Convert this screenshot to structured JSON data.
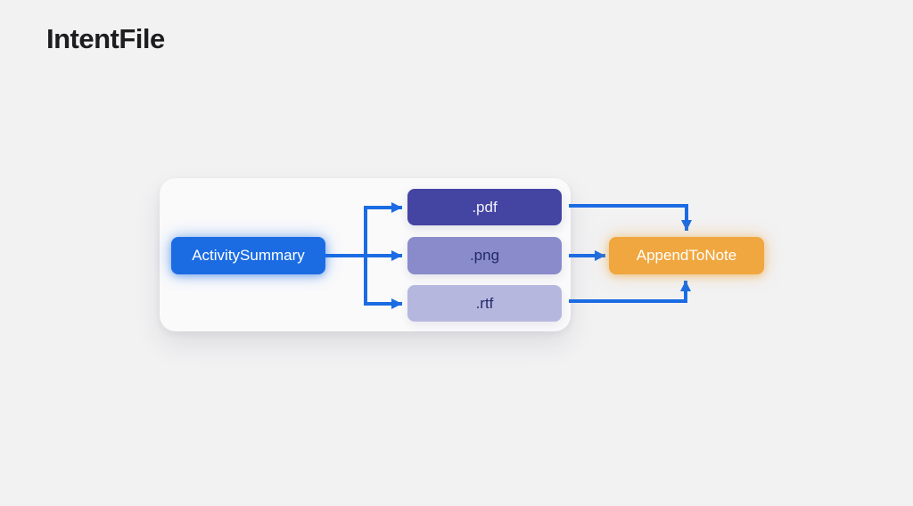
{
  "title": "IntentFile",
  "diagram": {
    "source": {
      "label": "ActivitySummary"
    },
    "formats": [
      {
        "label": ".pdf"
      },
      {
        "label": ".png"
      },
      {
        "label": ".rtf"
      }
    ],
    "target": {
      "label": "AppendToNote"
    },
    "edges": [
      {
        "from": "ActivitySummary",
        "to": ".pdf"
      },
      {
        "from": "ActivitySummary",
        "to": ".png"
      },
      {
        "from": "ActivitySummary",
        "to": ".rtf"
      },
      {
        "from": ".pdf",
        "to": "AppendToNote"
      },
      {
        "from": ".png",
        "to": "AppendToNote"
      },
      {
        "from": ".rtf",
        "to": "AppendToNote"
      }
    ]
  },
  "colors": {
    "background": "#f2f2f3",
    "panel": "#fafafb",
    "arrow": "#1b6ce3",
    "activity_blue": "#1b6ce3",
    "pdf_indigo": "#4444a3",
    "png_periwinkle": "#898bcb",
    "rtf_lavender": "#b6b7df",
    "append_orange": "#f0a73f",
    "pdf_text": "#f1f1f9",
    "dark_label": "#232a68",
    "title_text": "#1d1d1f"
  }
}
